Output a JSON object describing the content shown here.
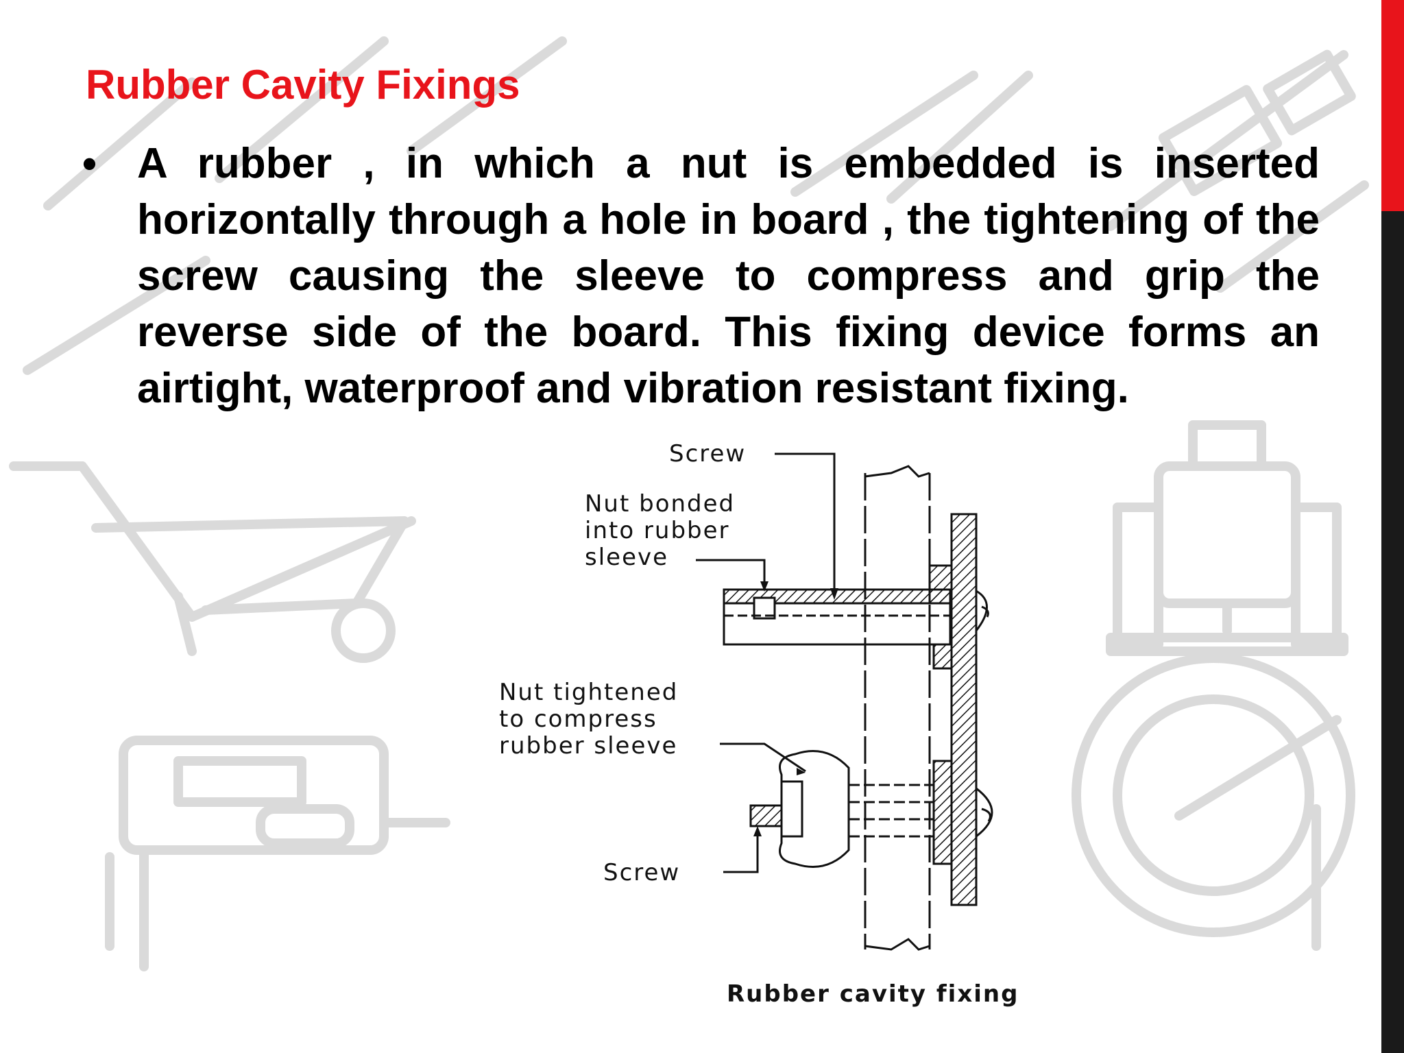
{
  "slide": {
    "title": "Rubber Cavity Fixings",
    "bullet": "A rubber , in which a nut is embedded is inserted horizontally through a hole in board , the tightening of the screw causing the sleeve to compress and grip the reverse side of the board. This fixing device forms an airtight, waterproof and vibration resistant fixing."
  },
  "figure": {
    "labels": {
      "screw_top": "Screw",
      "nut_bonded_1": "Nut bonded",
      "nut_bonded_2": "into rubber",
      "nut_bonded_3": "sleeve",
      "nut_tightened_1": "Nut tightened",
      "nut_tightened_2": "to compress",
      "nut_tightened_3": "rubber sleeve",
      "screw_bottom": "Screw"
    },
    "caption": "Rubber cavity fixing",
    "background_icons": [
      "wheelbarrow-icon",
      "jigsaw-icon",
      "router-icon",
      "sander-icon",
      "tools-icon"
    ]
  },
  "theme": {
    "title_color": "#e8141b",
    "accent_red": "#e8141b",
    "accent_dark": "#1a1a1a",
    "watermark_color": "#d6d6d6"
  }
}
